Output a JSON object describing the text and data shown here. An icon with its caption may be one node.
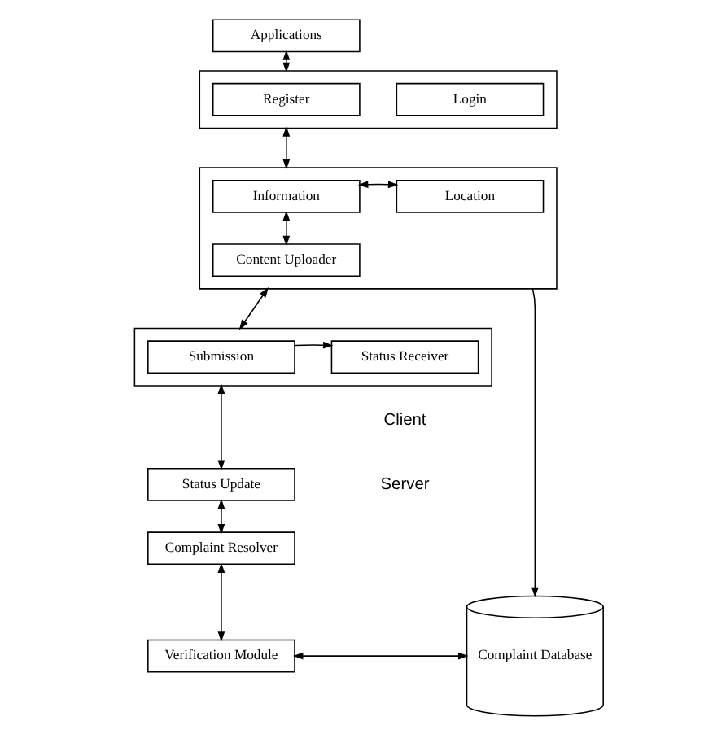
{
  "diagram": {
    "nodes": [
      {
        "text": [
          "Applications"
        ]
      },
      {
        "text": [],
        "shape": "box"
      },
      {
        "text": [
          "Register"
        ],
        "in": 1
      },
      {
        "text": [
          "Login"
        ],
        "in": 1
      },
      {
        "text": [],
        "shape": "box"
      },
      {
        "text": [
          "Information"
        ],
        "in": 4
      },
      {
        "text": [
          "Location"
        ],
        "in": 4
      },
      {
        "text": [
          "Content Uploader"
        ],
        "in": 4
      },
      {
        "text": [],
        "shape": "box"
      },
      {
        "text": [
          "Submission"
        ],
        "in": 8
      },
      {
        "text": [
          "Status Receiver"
        ],
        "in": 8
      },
      {
        "text": [
          "Status Update"
        ]
      },
      {
        "text": [
          "Complaint Resolver"
        ]
      },
      {
        "text": [
          "Verification Module"
        ]
      },
      {
        "text": [
          "Complaint Database"
        ]
      }
    ],
    "edges": [
      {
        "from": 0,
        "to": 1,
        "arrow": "both"
      },
      {
        "from": 1,
        "to": 4,
        "arrow": "both"
      },
      {
        "from": 5,
        "to": 6,
        "arrow": "both"
      },
      {
        "from": 5,
        "to": 7,
        "arrow": "both"
      },
      {
        "from": 4,
        "to": 8,
        "arrow": "both"
      },
      {
        "from": 9,
        "to": 10,
        "arrow": "to"
      },
      {
        "from": 4,
        "to": 14,
        "arrow": "to"
      },
      {
        "from": 8,
        "to": 11,
        "arrow": "both"
      },
      {
        "from": 11,
        "to": 12,
        "arrow": "both"
      },
      {
        "from": 12,
        "to": 13,
        "arrow": "both"
      },
      {
        "from": 13,
        "to": 14,
        "arrow": "both"
      }
    ],
    "labels": [
      "Client",
      "Server"
    ]
  }
}
